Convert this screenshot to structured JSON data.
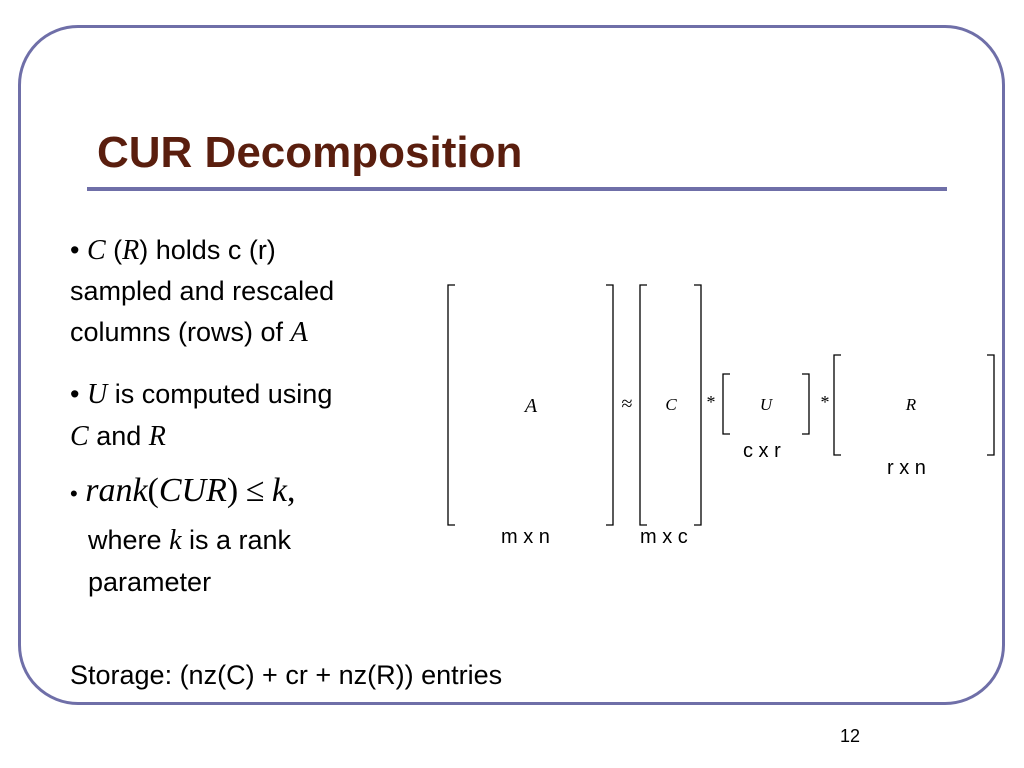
{
  "slide": {
    "title": "CUR Decomposition",
    "page_number": "12"
  },
  "bullets": {
    "b1": {
      "bullet": "•",
      "c": "C",
      "open_paren": "(",
      "r": "R",
      "line1_tail": ") holds c (r)",
      "line2": "sampled and rescaled",
      "line3_head": "columns (rows) of",
      "a": "A"
    },
    "b2": {
      "bullet": "•",
      "u": "U",
      "line1_tail": "is computed using",
      "c": "C",
      "and": "and",
      "r": "R"
    },
    "b3": {
      "bullet": "•",
      "rank": "rank",
      "open": "(",
      "cur": "CUR",
      "close": ")",
      "leq": "≤",
      "k": "k",
      "comma": ",",
      "where": "where",
      "k2": "k",
      "is_rank": "is a rank",
      "parameter": "parameter"
    }
  },
  "diagram": {
    "a_label": "A",
    "approx": "≈",
    "c_label": "C",
    "star1": "*",
    "u_label": "U",
    "star2": "*",
    "r_label": "R",
    "dims": {
      "a": "m x n",
      "c": "m x c",
      "u": "c x r",
      "r": "r x n"
    }
  },
  "storage": "Storage: (nz(C) + cr + nz(R)) entries"
}
